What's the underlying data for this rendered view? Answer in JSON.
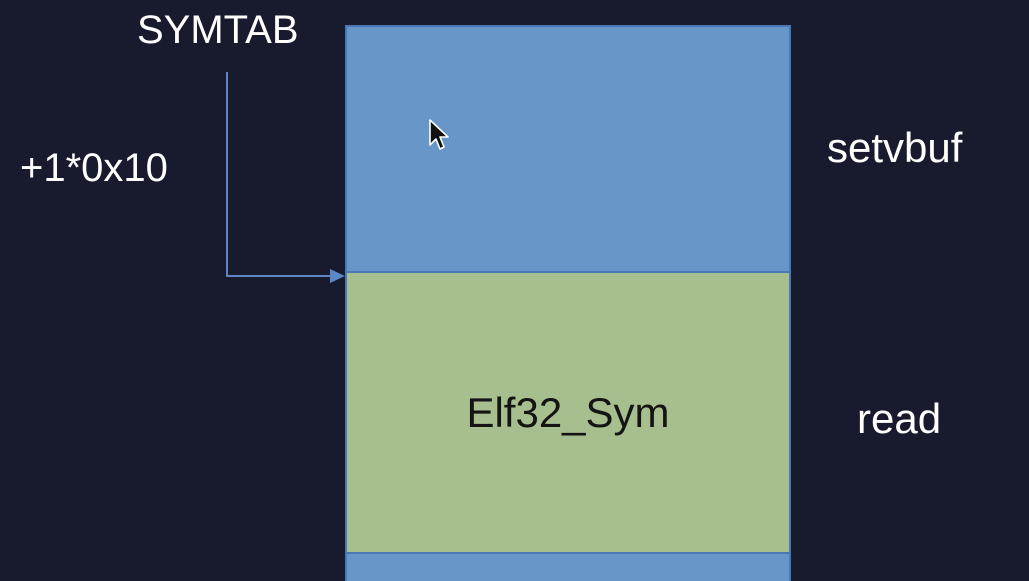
{
  "diagram": {
    "symtab_label": "SYMTAB",
    "offset_label": "+1*0x10",
    "entries": [
      {
        "name": "setvbuf",
        "block_text": ""
      },
      {
        "name": "read",
        "block_text": "Elf32_Sym"
      }
    ],
    "colors": {
      "background": "#181a2e",
      "blue_block": "#6797c9",
      "green_block": "#a7bf8f",
      "border": "#4a78b5",
      "arrow": "#5b87c4"
    }
  },
  "cursor_icon": "mouse-pointer-icon"
}
